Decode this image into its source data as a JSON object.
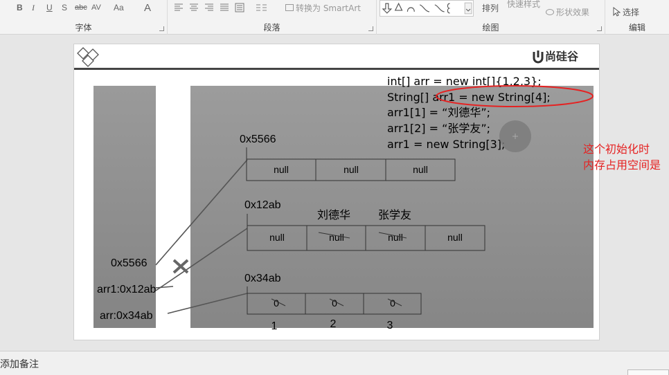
{
  "ribbon": {
    "font_group": {
      "label": "字体",
      "format_buttons": [
        "B",
        "I",
        "U",
        "S",
        "abc",
        "AV",
        "Aa",
        "A"
      ]
    },
    "paragraph_group": {
      "label": "段落",
      "smartart_label": "转换为 SmartArt"
    },
    "drawing_group": {
      "label": "绘图",
      "arrange_label": "排列",
      "quick_styles_label": "快速样式",
      "shape_effects_label": "形状效果"
    },
    "editing_group": {
      "label": "编辑",
      "select_label": "选择"
    }
  },
  "slide": {
    "logo_text": "尚硅谷",
    "code_lines": [
      "int[] arr = new int[]{1,2,3};",
      "String[] arr1 = new String[4];",
      "arr1[1] = “刘德华”;",
      "arr1[2] = “张学友”;",
      "arr1 = new String[3];"
    ],
    "annotation_lines": [
      "这个初始化时",
      "内存占用空间是"
    ],
    "stack_labels": [
      "0x5566",
      "arr1:0x12ab",
      "arr:0x34ab"
    ],
    "heap_arrays": [
      {
        "address": "0x5566",
        "cells": [
          "null",
          "null",
          "null"
        ]
      },
      {
        "address": "0x12ab",
        "cells": [
          "null",
          "null",
          "null",
          "null"
        ],
        "overlay_values": [
          "刘德华",
          "张学友"
        ]
      },
      {
        "address": "0x34ab",
        "cells": [
          "0",
          "0",
          "0"
        ],
        "overlay_values": [
          "1",
          "2",
          "3"
        ]
      }
    ]
  },
  "notes": {
    "placeholder": "添加备注"
  },
  "colors": {
    "annotation": "#e52222",
    "stack_fill_top": "#9a9a9a",
    "heap_fill_top": "#9c9c9c"
  }
}
